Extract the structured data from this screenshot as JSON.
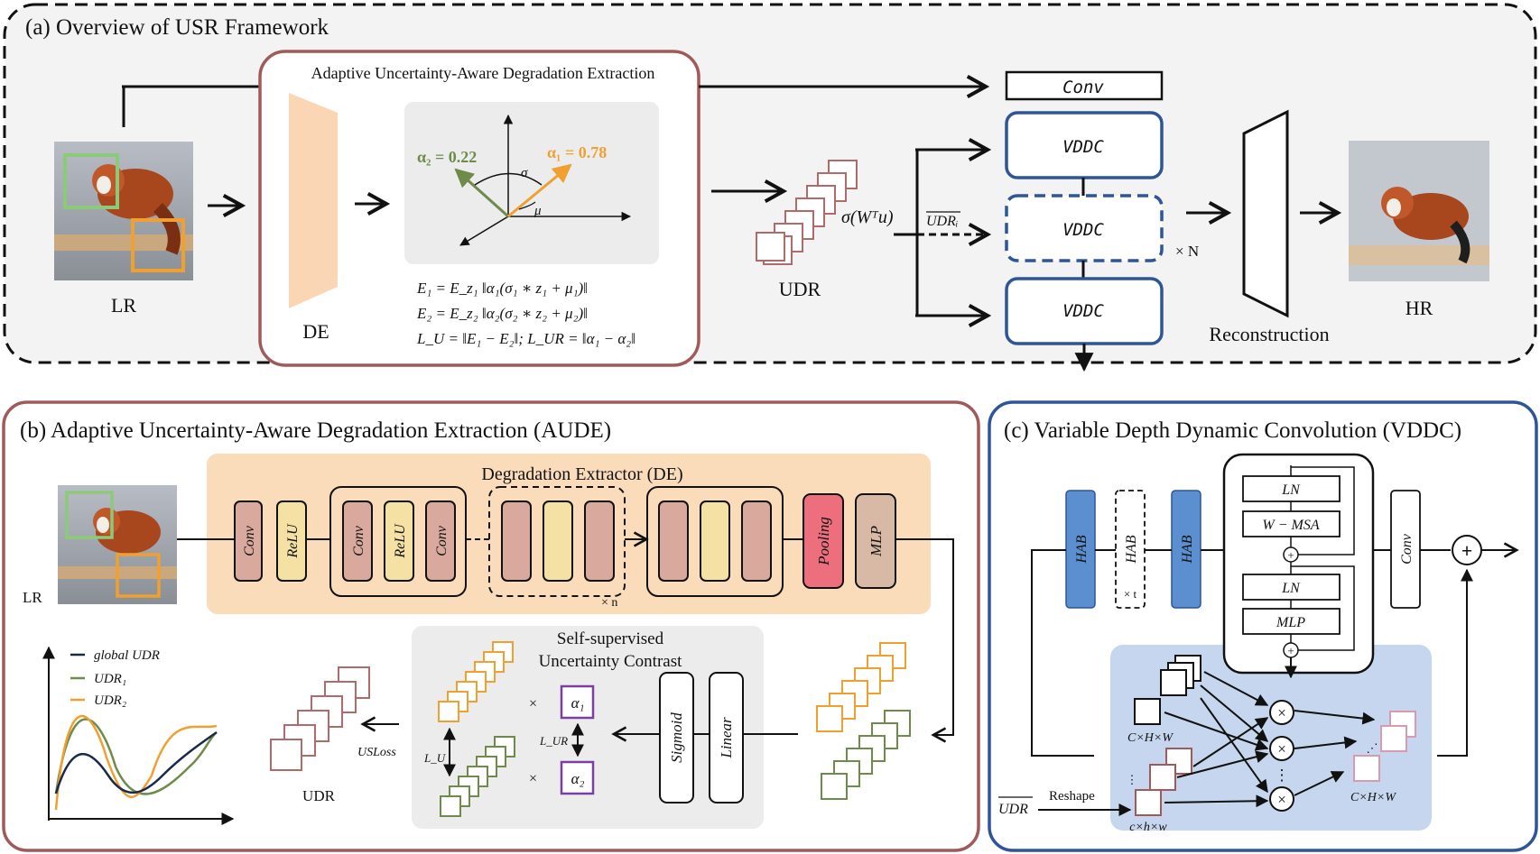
{
  "panel_a": {
    "title": "(a) Overview of USR Framework",
    "lr_label": "LR",
    "hr_label": "HR",
    "aude_title": "Adaptive Uncertainty-Aware Degradation Extraction",
    "de_label": "DE",
    "alpha2": "α₂ = 0.22",
    "alpha1": "α₁ = 0.78",
    "sigma": "σ",
    "mu": "μ",
    "eq1": "E₁ = E_z₁ ‖α₁(σ₁ ∗ z₁ + μ₁)‖",
    "eq2": "E₂ = E_z₂ ‖α₂(σ₂ ∗ z₂ + μ₂)‖",
    "eq3": "L_U = ‖E₁ − E₂‖;  L_UR = ‖α₁ − α₂‖",
    "udr_label": "UDR",
    "sigma_wtu": "σ(Wᵀu)",
    "udr_i": "UDRᵢ",
    "conv": "Conv",
    "vddc": "VDDC",
    "times_n": "× N",
    "reconstruction": "Reconstruction"
  },
  "panel_b": {
    "title": "(b) Adaptive Uncertainty-Aware Degradation Extraction (AUDE)",
    "lr_label": "LR",
    "de_title": "Degradation Extractor (DE)",
    "conv": "Conv",
    "relu": "ReLU",
    "pooling": "Pooling",
    "mlp": "MLP",
    "times_n": "× n",
    "legend_global": "global UDR",
    "legend_udr1": "UDR₁",
    "legend_udr2": "UDR₂",
    "udr_label": "UDR",
    "usloss": "USLoss",
    "ssuc_title1": "Self-supervised",
    "ssuc_title2": "Uncertainty Contrast",
    "lu": "L_U",
    "lur": "L_UR",
    "alpha1": "α₁",
    "alpha2": "α₂",
    "times": "×",
    "sigmoid": "Sigmoid",
    "linear": "Linear",
    "colors": {
      "green": "#6e8b4a",
      "orange": "#f0a030",
      "navy": "#1a2a4a"
    }
  },
  "panel_c": {
    "title": "(c) Variable Depth Dynamic Convolution (VDDC)",
    "hab": "HAB",
    "times_t": "× t",
    "ln": "LN",
    "wmsa": "W − MSA",
    "mlp": "MLP",
    "conv": "Conv",
    "chw": "C×H×W",
    "chw_out": "C×H×W",
    "small_chw": "c×h×w",
    "reshape": "Reshape",
    "udr": "UDR",
    "colors": {
      "blue_panel": "#c5d6ee",
      "hab": "#5b8fd0",
      "border": "#2d5597"
    }
  }
}
